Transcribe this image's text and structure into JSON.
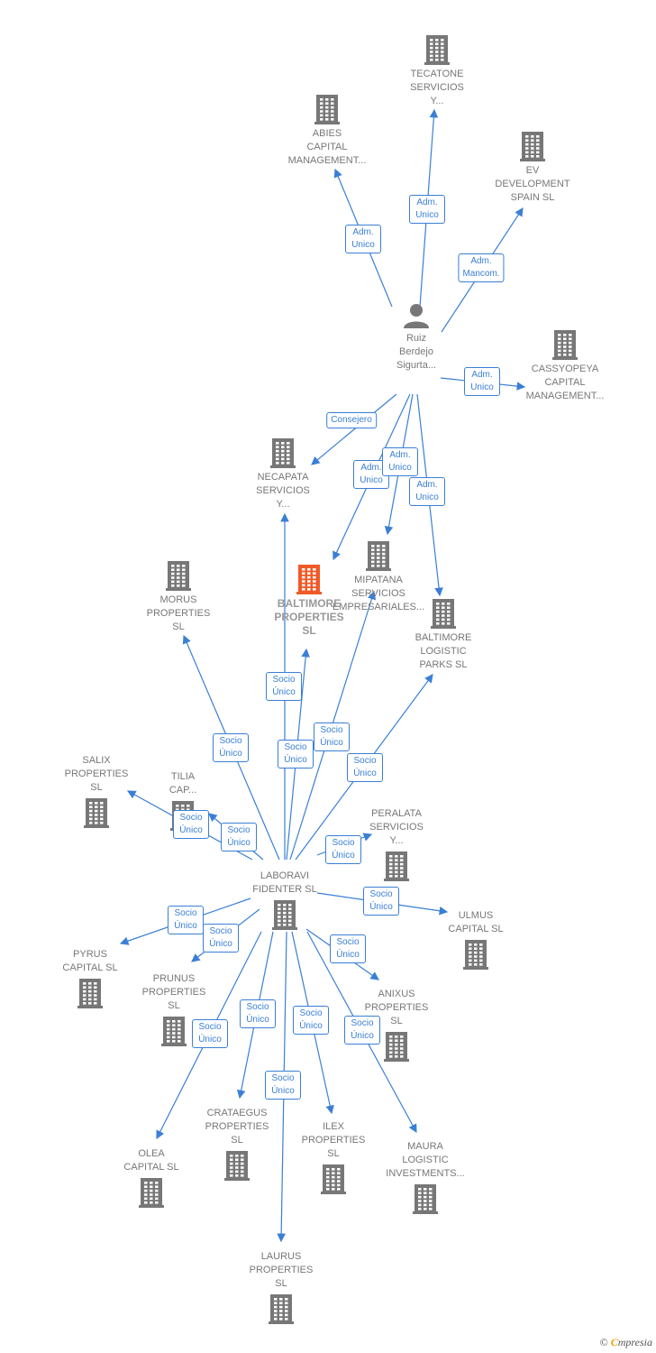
{
  "colors": {
    "edge": "#3a7fd5",
    "building": "#777777",
    "main_building": "#f05a28",
    "person": "#777777"
  },
  "nodes": [
    {
      "id": "tecatone",
      "label": "TECATONE\nSERVICIOS\nY...",
      "icon": "building-icon"
    },
    {
      "id": "abies",
      "label": "ABIES\nCAPITAL\nMANAGEMENT...",
      "icon": "building-icon"
    },
    {
      "id": "ev",
      "label": "EV\nDEVELOPMENT\nSPAIN  SL",
      "icon": "building-icon"
    },
    {
      "id": "ruiz",
      "label": "Ruiz\nBerdejo\nSigurta...",
      "icon": "person-icon"
    },
    {
      "id": "cassyopeya",
      "label": "CASSYOPEYA\nCAPITAL\nMANAGEMENT...",
      "icon": "building-icon"
    },
    {
      "id": "necapata",
      "label": "NECAPATA\nSERVICIOS\nY...",
      "icon": "building-icon"
    },
    {
      "id": "mipatana",
      "label": "MIPATANA\nSERVICIOS\nEMPRESARIALES...",
      "icon": "building-icon"
    },
    {
      "id": "baltimore",
      "label": "BALTIMORE\nPROPERTIES\nSL",
      "icon": "building-icon",
      "main": true
    },
    {
      "id": "morus",
      "label": "MORUS\nPROPERTIES\nSL",
      "icon": "building-icon"
    },
    {
      "id": "baltimore_logistic",
      "label": "BALTIMORE\nLOGISTIC\nPARKS  SL",
      "icon": "building-icon"
    },
    {
      "id": "salix",
      "label": "SALIX\nPROPERTIES\nSL",
      "icon": "building-icon"
    },
    {
      "id": "tilia",
      "label": "TILIA\nCAP...",
      "icon": "building-icon"
    },
    {
      "id": "peralata",
      "label": "PERALATA\nSERVICIOS\nY...",
      "icon": "building-icon"
    },
    {
      "id": "laboravi",
      "label": "LABORAVI\nFIDENTER SL",
      "icon": "building-icon"
    },
    {
      "id": "ulmus",
      "label": "ULMUS\nCAPITAL  SL",
      "icon": "building-icon"
    },
    {
      "id": "pyrus",
      "label": "PYRUS\nCAPITAL  SL",
      "icon": "building-icon"
    },
    {
      "id": "prunus",
      "label": "PRUNUS\nPROPERTIES\nSL",
      "icon": "building-icon"
    },
    {
      "id": "anixus",
      "label": "ANIXUS\nPROPERTIES\nSL",
      "icon": "building-icon"
    },
    {
      "id": "crataegus",
      "label": "CRATAEGUS\nPROPERTIES\nSL",
      "icon": "building-icon"
    },
    {
      "id": "ilex",
      "label": "ILEX\nPROPERTIES\nSL",
      "icon": "building-icon"
    },
    {
      "id": "olea",
      "label": "OLEA\nCAPITAL  SL",
      "icon": "building-icon"
    },
    {
      "id": "maura",
      "label": "MAURA\nLOGISTIC\nINVESTMENTS...",
      "icon": "building-icon"
    },
    {
      "id": "laurus",
      "label": "LAURUS\nPROPERTIES\nSL",
      "icon": "building-icon"
    }
  ],
  "edges": [
    {
      "from": "ruiz",
      "to": "abies",
      "label": "Adm.\nUnico"
    },
    {
      "from": "ruiz",
      "to": "tecatone",
      "label": "Adm.\nUnico"
    },
    {
      "from": "ruiz",
      "to": "ev",
      "label": "Adm.\nMancom."
    },
    {
      "from": "ruiz",
      "to": "cassyopeya",
      "label": "Adm.\nUnico"
    },
    {
      "from": "ruiz",
      "to": "necapata",
      "label": "Consejero"
    },
    {
      "from": "ruiz",
      "to": "mipatana_a",
      "label": "Adm.\nUnico"
    },
    {
      "from": "ruiz",
      "to": "mipatana_b",
      "label": "Adm.\nUnico"
    },
    {
      "from": "ruiz",
      "to": "baltimore_logistic",
      "label": "Adm.\nUnico"
    },
    {
      "from": "laboravi",
      "to": "necapata",
      "label": "Socio\nÚnico"
    },
    {
      "from": "laboravi",
      "to": "baltimore",
      "label": "Socio\nÚnico"
    },
    {
      "from": "laboravi",
      "to": "mipatana",
      "label": "Socio\nÚnico"
    },
    {
      "from": "laboravi",
      "to": "morus",
      "label": "Socio\nÚnico"
    },
    {
      "from": "laboravi",
      "to": "baltimore_logistic",
      "label": "Socio\nÚnico"
    },
    {
      "from": "laboravi",
      "to": "salix",
      "label": "Socio\nÚnico"
    },
    {
      "from": "laboravi",
      "to": "tilia",
      "label": "Socio\nÚnico"
    },
    {
      "from": "laboravi",
      "to": "peralata",
      "label": "Socio\nÚnico"
    },
    {
      "from": "laboravi",
      "to": "ulmus",
      "label": "Socio\nÚnico"
    },
    {
      "from": "laboravi",
      "to": "pyrus",
      "label": "Socio\nÚnico"
    },
    {
      "from": "laboravi",
      "to": "prunus",
      "label": "Socio\nÚnico"
    },
    {
      "from": "laboravi",
      "to": "anixus",
      "label": "Socio\nÚnico"
    },
    {
      "from": "laboravi",
      "to": "olea",
      "label": "Socio\nÚnico"
    },
    {
      "from": "laboravi",
      "to": "crataegus",
      "label": "Socio\nÚnico"
    },
    {
      "from": "laboravi",
      "to": "laurus",
      "label": "Socio\nÚnico"
    },
    {
      "from": "laboravi",
      "to": "ilex",
      "label": "Socio\nÚnico"
    },
    {
      "from": "laboravi",
      "to": "maura",
      "label": "Socio\nÚnico"
    },
    {
      "from": "laboravi",
      "to": "necapata_b",
      "label": "Socio\nÚnico"
    }
  ],
  "footer": {
    "copyright": "©",
    "brand_e": "C",
    "brand_rest": "mpresia"
  }
}
